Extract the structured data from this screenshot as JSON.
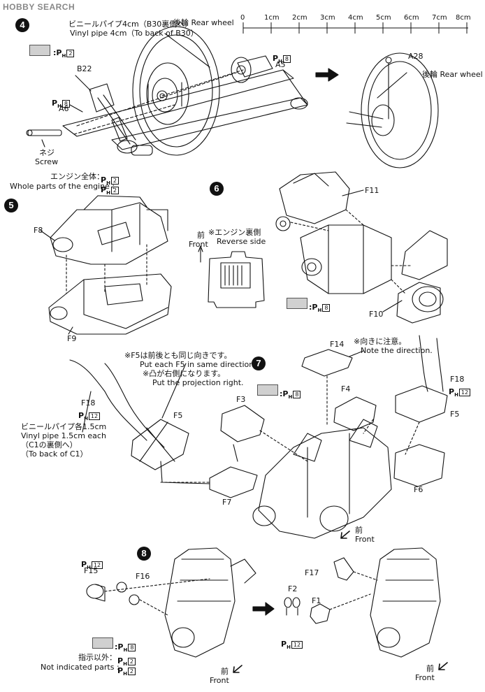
{
  "logo": {
    "text": "HOBBY SEARCH"
  },
  "colors": {
    "swatch": "#d0d0d0",
    "ink": "#111111"
  },
  "paint_code": "H",
  "ruler": {
    "labels": [
      "0",
      "1cm",
      "2cm",
      "3cm",
      "4cm",
      "5cm",
      "6cm",
      "7cm",
      "8cm"
    ]
  },
  "step4": {
    "number": "4",
    "pipe_jp": "ビニールパイプ4cm（B30裏側へ）",
    "pipe_en": "Vinyl pipe 4cm（To back of B30）",
    "rear_wheel_1": "後輪 Rear wheel",
    "rear_wheel_2": "後輪 Rear wheel",
    "paint_swatch_num": "2",
    "a5_paint": "8",
    "b22": "B22",
    "a6_paint": "8",
    "a6": "A6",
    "a5": "A5",
    "a28": "A28",
    "screw_jp": "ネジ",
    "screw_en": "Screw"
  },
  "step5": {
    "number": "5",
    "engine_jp": "エンジン全体：",
    "engine_en": "Whole parts of the engine :",
    "engine_paint": "2",
    "f8": "F8",
    "f9": "F9"
  },
  "step6": {
    "number": "6",
    "reverse_jp": "※エンジン裏側",
    "reverse_en": "Reverse side",
    "front_jp": "前",
    "front_en": "Front",
    "f11": "F11",
    "f10": "F10",
    "swatch_paint": "8"
  },
  "step7": {
    "number": "7",
    "f5_note_jp": "※F5は前後とも同じ向きです。",
    "f5_note_en": "Put each F5 in same direction.",
    "proj_note_jp": "※凸が右側になります。",
    "proj_note_en": "Put the projection right.",
    "dir_note_jp": "※向きに注意。",
    "dir_note_en": "Note the direction.",
    "f14": "F14",
    "f4": "F4",
    "f3": "F3",
    "f5_left": "F5",
    "f5_right": "F5",
    "f6": "F6",
    "f7": "F7",
    "f18_left": "F18",
    "f18_left_paint": "12",
    "f18_right": "F18",
    "f18_right_paint": "12",
    "swatch_paint": "8",
    "pipe_jp": "ビニールパイプ各1.5cm",
    "pipe_en1": "Vinyl pipe 1.5cm each",
    "pipe_en2": "（C1の裏側へ）",
    "pipe_en3": "（To back of C1）",
    "front_jp": "前",
    "front_en": "Front"
  },
  "step8": {
    "number": "8",
    "f15_paint": "12",
    "f15": "F15",
    "f16": "F16",
    "f17": "F17",
    "f2": "F2",
    "f1": "F1",
    "f2_paint": "12",
    "swatch_paint": "8",
    "not_ind_jp": "指示以外：",
    "not_ind_en": "Not indicated parts :",
    "not_ind_paint": "2",
    "front_left_jp": "前",
    "front_left_en": "Front",
    "front_right_jp": "前",
    "front_right_en": "Front"
  }
}
